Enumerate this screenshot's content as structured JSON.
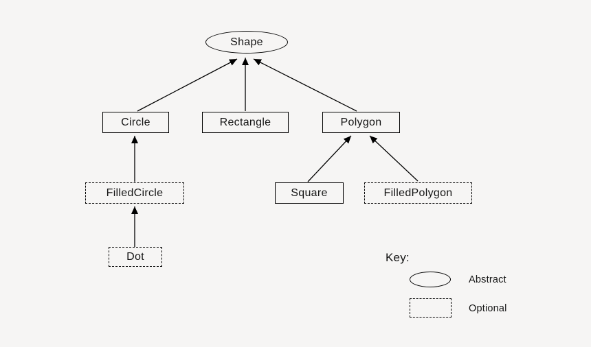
{
  "diagram": {
    "nodes": {
      "shape": {
        "label": "Shape",
        "kind": "abstract"
      },
      "circle": {
        "label": "Circle",
        "kind": "class"
      },
      "rectangle": {
        "label": "Rectangle",
        "kind": "class"
      },
      "polygon": {
        "label": "Polygon",
        "kind": "class"
      },
      "filled_circle": {
        "label": "FilledCircle",
        "kind": "optional"
      },
      "dot": {
        "label": "Dot",
        "kind": "optional"
      },
      "square": {
        "label": "Square",
        "kind": "class"
      },
      "filled_polygon": {
        "label": "FilledPolygon",
        "kind": "optional"
      }
    },
    "edges": [
      {
        "from": "Circle",
        "to": "Shape"
      },
      {
        "from": "Rectangle",
        "to": "Shape"
      },
      {
        "from": "Polygon",
        "to": "Shape"
      },
      {
        "from": "FilledCircle",
        "to": "Circle"
      },
      {
        "from": "Dot",
        "to": "FilledCircle"
      },
      {
        "from": "Square",
        "to": "Polygon"
      },
      {
        "from": "FilledPolygon",
        "to": "Polygon"
      }
    ]
  },
  "key": {
    "title": "Key:",
    "abstract_label": "Abstract",
    "optional_label": "Optional"
  },
  "colors": {
    "background": "#f6f5f4",
    "line": "#000000",
    "text": "#141414"
  }
}
